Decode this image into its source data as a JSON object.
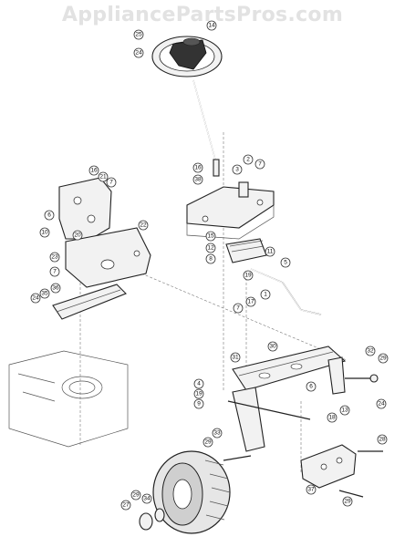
{
  "watermark": "AppliancePartsPros.com",
  "callouts": [
    {
      "id": "c14",
      "label": "14"
    },
    {
      "id": "c25a",
      "label": "25"
    },
    {
      "id": "c24a",
      "label": "24"
    },
    {
      "id": "c16a",
      "label": "16"
    },
    {
      "id": "c21",
      "label": "21"
    },
    {
      "id": "c7a",
      "label": "7"
    },
    {
      "id": "c6a",
      "label": "6"
    },
    {
      "id": "c10",
      "label": "10"
    },
    {
      "id": "c20",
      "label": "20"
    },
    {
      "id": "c22",
      "label": "22"
    },
    {
      "id": "c23",
      "label": "23"
    },
    {
      "id": "c7b",
      "label": "7"
    },
    {
      "id": "c24b",
      "label": "24"
    },
    {
      "id": "c35",
      "label": "35"
    },
    {
      "id": "c36",
      "label": "36"
    },
    {
      "id": "c16b",
      "label": "16"
    },
    {
      "id": "c38",
      "label": "38"
    },
    {
      "id": "c2",
      "label": "2"
    },
    {
      "id": "c7c",
      "label": "7"
    },
    {
      "id": "c3",
      "label": "3"
    },
    {
      "id": "c15",
      "label": "15"
    },
    {
      "id": "c12",
      "label": "12"
    },
    {
      "id": "c8",
      "label": "8"
    },
    {
      "id": "c11",
      "label": "11"
    },
    {
      "id": "c5",
      "label": "5"
    },
    {
      "id": "c19a",
      "label": "19"
    },
    {
      "id": "c1",
      "label": "1"
    },
    {
      "id": "c17",
      "label": "17"
    },
    {
      "id": "c7d",
      "label": "7"
    },
    {
      "id": "c30",
      "label": "30"
    },
    {
      "id": "c31",
      "label": "31"
    },
    {
      "id": "c32",
      "label": "32"
    },
    {
      "id": "c29a",
      "label": "29"
    },
    {
      "id": "c4",
      "label": "4"
    },
    {
      "id": "c19b",
      "label": "19"
    },
    {
      "id": "c9",
      "label": "9"
    },
    {
      "id": "c6b",
      "label": "6"
    },
    {
      "id": "c13",
      "label": "13"
    },
    {
      "id": "c18",
      "label": "18"
    },
    {
      "id": "c24c",
      "label": "24"
    },
    {
      "id": "c33",
      "label": "33"
    },
    {
      "id": "c29b",
      "label": "29"
    },
    {
      "id": "c28",
      "label": "28"
    },
    {
      "id": "c37",
      "label": "37"
    },
    {
      "id": "c29c",
      "label": "29"
    },
    {
      "id": "c27",
      "label": "27"
    },
    {
      "id": "c29d",
      "label": "29"
    },
    {
      "id": "c34",
      "label": "34"
    }
  ]
}
